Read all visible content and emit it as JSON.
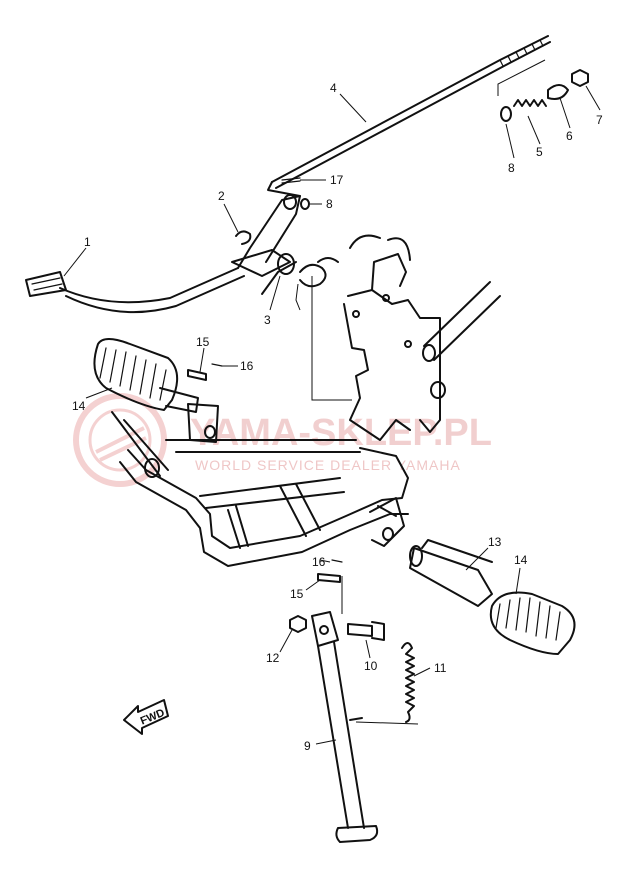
{
  "diagram": {
    "parts": [
      {
        "id": "p1",
        "label": "1"
      },
      {
        "id": "p2",
        "label": "2"
      },
      {
        "id": "p3",
        "label": "3"
      },
      {
        "id": "p4",
        "label": "4"
      },
      {
        "id": "p5",
        "label": "5"
      },
      {
        "id": "p6",
        "label": "6"
      },
      {
        "id": "p7",
        "label": "7"
      },
      {
        "id": "p8a",
        "label": "8"
      },
      {
        "id": "p8b",
        "label": "8"
      },
      {
        "id": "p9",
        "label": "9"
      },
      {
        "id": "p10",
        "label": "10"
      },
      {
        "id": "p11",
        "label": "11"
      },
      {
        "id": "p12",
        "label": "12"
      },
      {
        "id": "p13",
        "label": "13"
      },
      {
        "id": "p14a",
        "label": "14"
      },
      {
        "id": "p14b",
        "label": "14"
      },
      {
        "id": "p15a",
        "label": "15"
      },
      {
        "id": "p15b",
        "label": "15"
      },
      {
        "id": "p16a",
        "label": "16"
      },
      {
        "id": "p16b",
        "label": "16"
      },
      {
        "id": "p17",
        "label": "17"
      }
    ],
    "direction_marker": "FWD"
  },
  "watermark": {
    "title": "YAMA-SKLEP.PL",
    "subtitle": "WORLD SERVICE DEALER YAMAHA"
  },
  "colors": {
    "line": "#111111",
    "watermark": "#e7a9a9"
  }
}
